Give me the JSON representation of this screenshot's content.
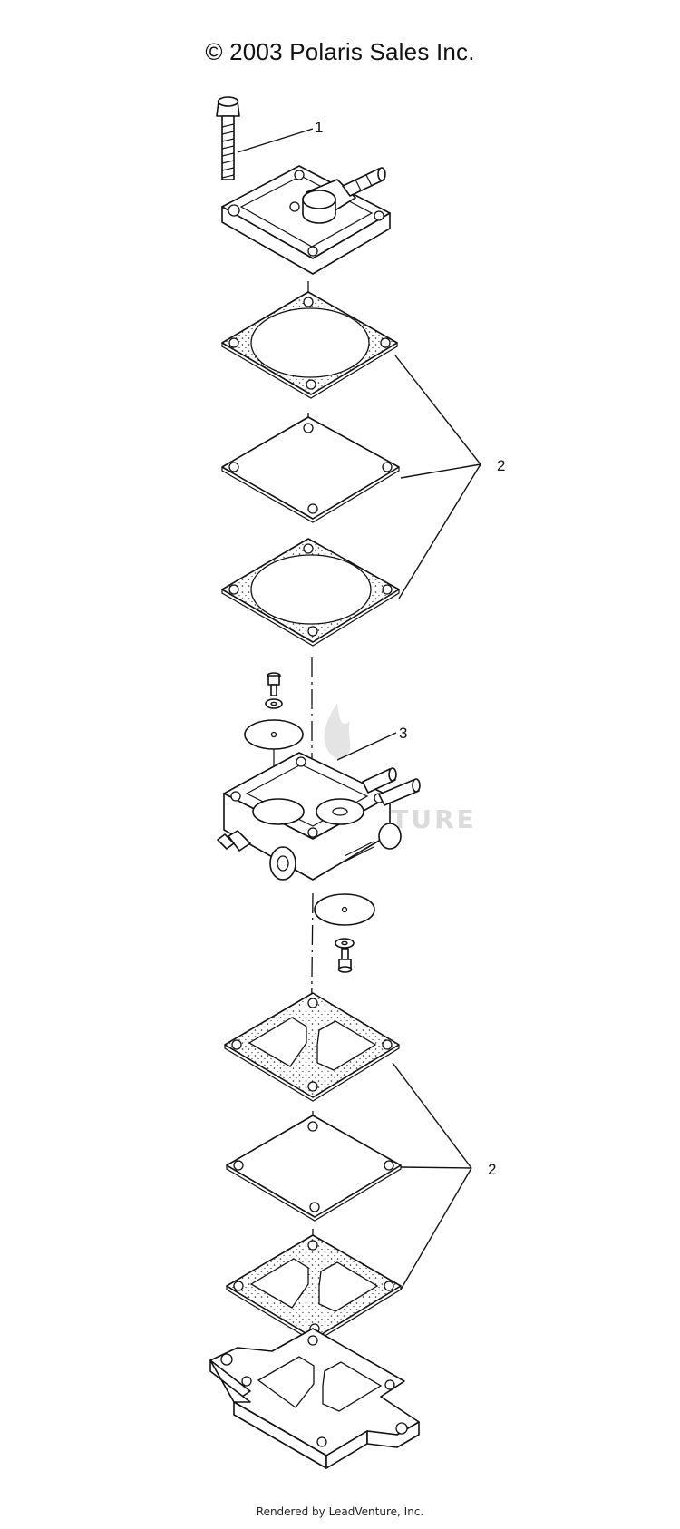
{
  "header": {
    "copyright": "© 2003 Polaris Sales Inc."
  },
  "callouts": [
    "1",
    "2",
    "3",
    "2"
  ],
  "watermark": "LEADVENTURE",
  "footer": {
    "rendered_by": "Rendered by LeadVenture, Inc."
  }
}
